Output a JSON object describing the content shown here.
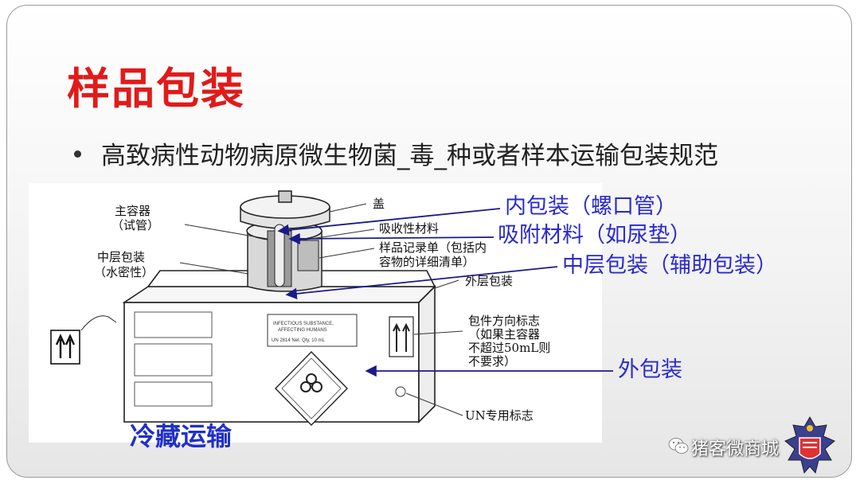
{
  "slide": {
    "title": "样品包装",
    "bullet": "高致病性动物病原微生物菌_毒_种或者样本运输包装规范"
  },
  "diagram": {
    "labels": {
      "lid": "盖",
      "primary_container_1": "主容器",
      "primary_container_2": "（试管）",
      "absorbent": "吸收性材料",
      "record_1": "样品记录单（包括内",
      "record_2": "容物的详细清单）",
      "secondary_1": "中层包装",
      "secondary_2": "（水密性）",
      "outer": "外层包装",
      "orientation_1": "包件方向标志",
      "orientation_2": "（如果主容器",
      "orientation_3": "不超过50mL则",
      "orientation_4": "不要求）",
      "un_mark": "UN专用标志"
    },
    "box_print": {
      "infectious_1": "INFECTIOUS SUBSTANCE,",
      "infectious_2": "AFFECTING HUMANS",
      "un_line": "UN 2814   Net. Qty. 10 mL"
    },
    "cold_chain": "冷藏运输"
  },
  "annotations": {
    "inner": "内包装（螺口管）",
    "absorbent": "吸附材料（如尿垫）",
    "middle": "中层包装（辅助包装）",
    "outer": "外包装"
  },
  "colors": {
    "title": "#e11a1a",
    "annotation": "#2a2acc",
    "cold_chain": "#2030c8"
  },
  "icons": [
    "wechat-icon",
    "crest-logo",
    "arrows-up-icon",
    "biohazard-icon"
  ]
}
